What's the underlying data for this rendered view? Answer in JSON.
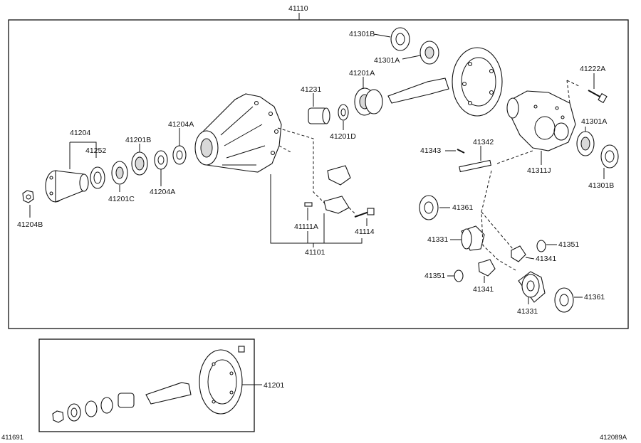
{
  "parts": {
    "p41110": "41110",
    "p41301B_top": "41301B",
    "p41301A_top": "41301A",
    "p41201A": "41201A",
    "p41231": "41231",
    "p41201D": "41201D",
    "p41222A": "41222A",
    "p41301A_right": "41301A",
    "p41301B_right": "41301B",
    "p41311J": "41311J",
    "p41343": "41343",
    "p41342": "41342",
    "p41204": "41204",
    "p41252": "41252",
    "p41201B": "41201B",
    "p41204A_top": "41204A",
    "p41201C": "41201C",
    "p41204A_bottom": "41204A",
    "p41204B": "41204B",
    "p41111A": "41111A",
    "p41101": "41101",
    "p41114": "41114",
    "p41361_top": "41361",
    "p41331_top": "41331",
    "p41351_right": "41351",
    "p41341_right": "41341",
    "p41351_left": "41351",
    "p41341_bottom": "41341",
    "p41331_bottom": "41331",
    "p41361_bottom": "41361",
    "p41201": "41201"
  },
  "footer": {
    "left_code": "411691",
    "right_code": "412089A"
  }
}
